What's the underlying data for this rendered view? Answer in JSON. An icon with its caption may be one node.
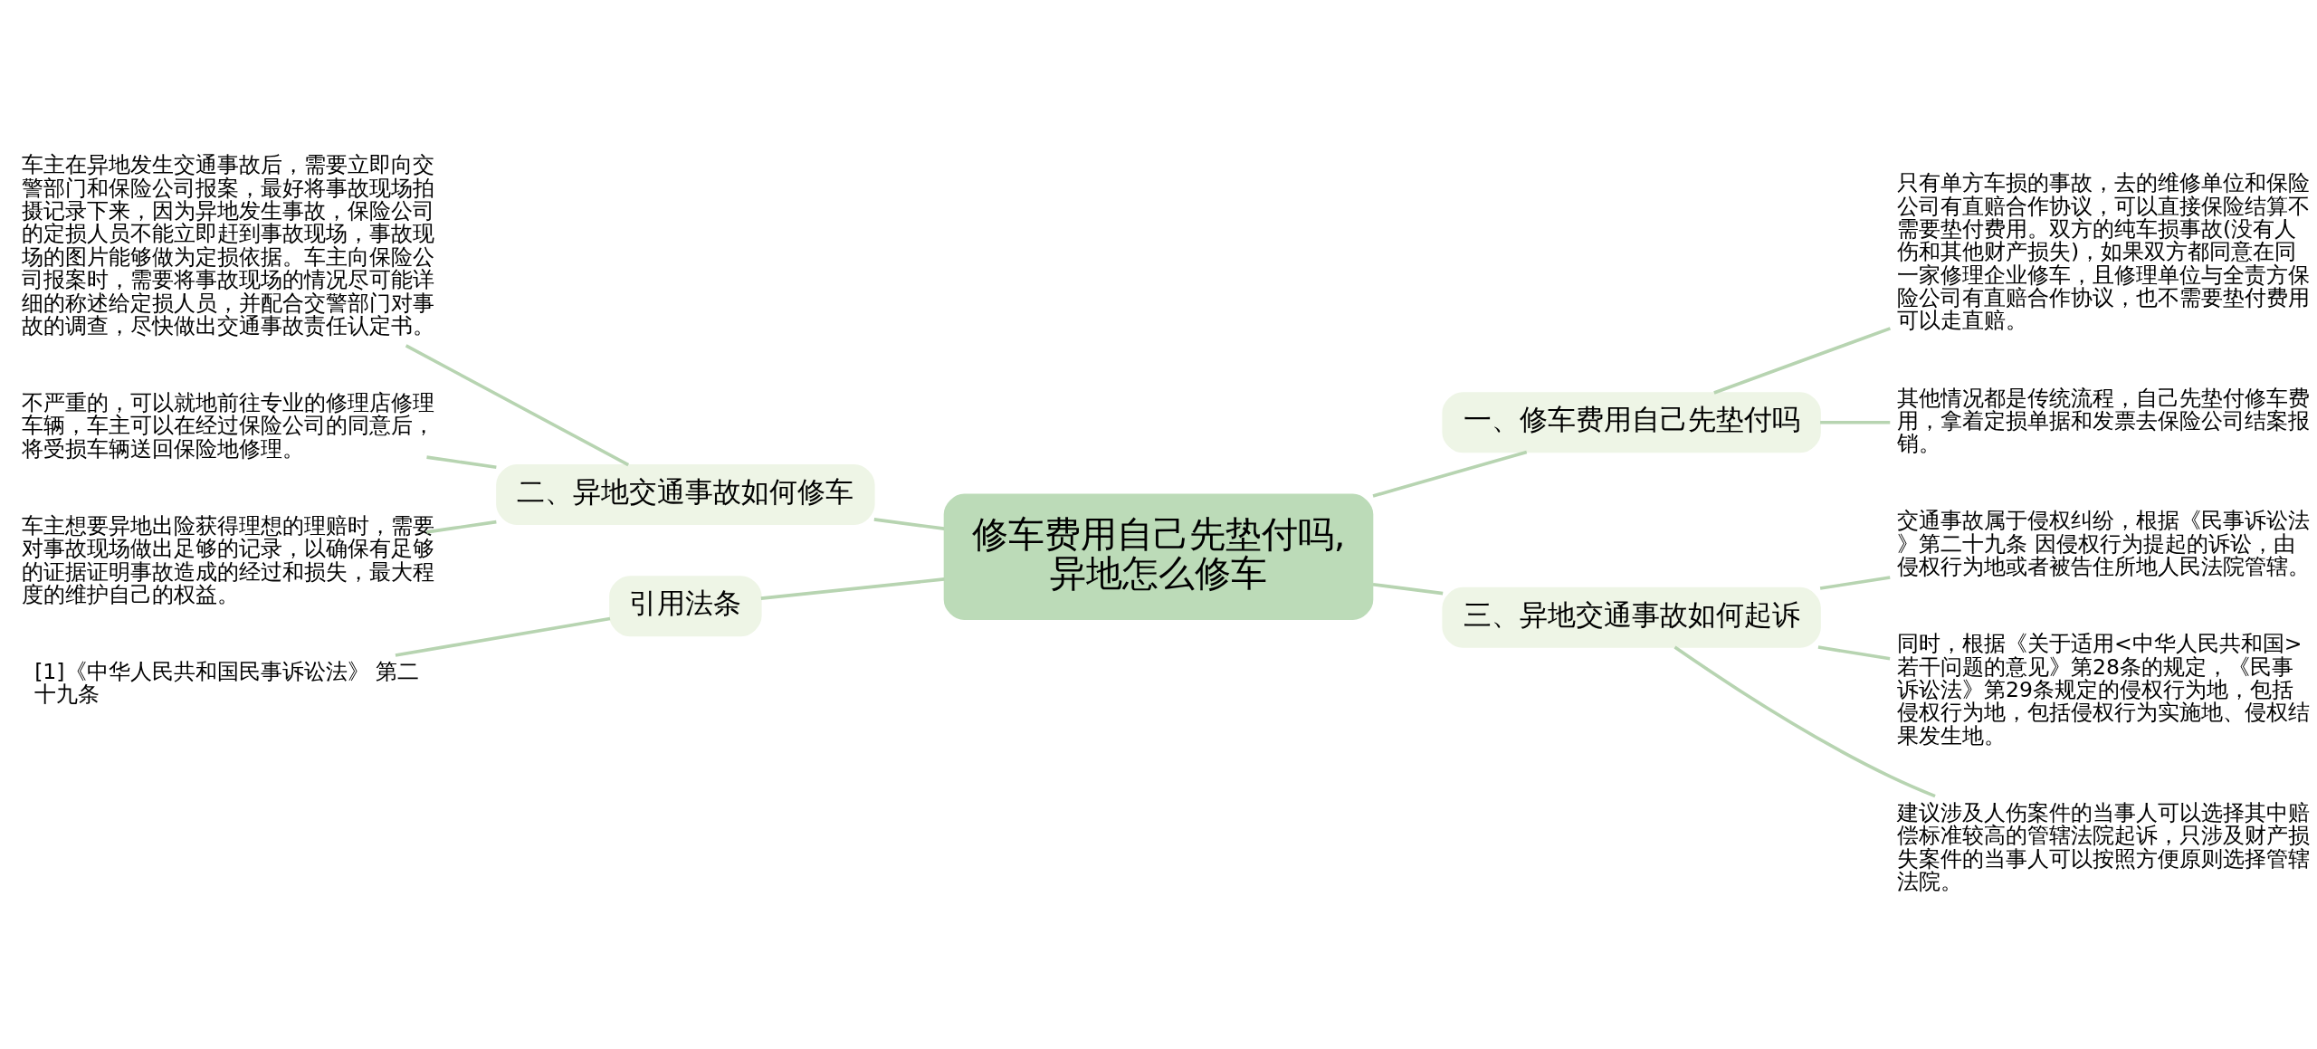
{
  "diagram": {
    "nodes": [
      {
        "text": [
          "修车费用自己先垫付吗,异地怎么修车"
        ]
      },
      {
        "text": [
          "二、异地交通事故如何修车"
        ]
      },
      {
        "text": [
          "车主在异地发生交通事故后，需要立即向交警部门和保险公司报案，最好将事故现场拍摄记录下来，因为异地发生事故，保险公司的定损人员不能立即赶到事故现场，事故现场的图片能够做为定损依据。车主向保险公司报案时，需要将事故现场的情况尽可能详细的称述给定损人员，并配合交警部门对事故的调查，尽快做出交通事故责任认定书。"
        ]
      },
      {
        "text": [
          "不严重的，可以就地前往专业的修理店修理车辆，车主可以在经过保险公司的同意后，将受损车辆送回保险地修理。"
        ]
      },
      {
        "text": [
          "车主想要异地出险获得理想的理赔时，需要对事故现场做出足够的记录，以确保有足够的证据证明事故造成的经过和损失，最大程度的维护自己的权益。"
        ]
      },
      {
        "text": [
          "引用法条"
        ]
      },
      {
        "text": [
          "[1]《中华人民共和国民事诉讼法》 第二十九条"
        ]
      },
      {
        "text": [
          "一、修车费用自己先垫付吗"
        ]
      },
      {
        "text": [
          "只有单方车损的事故，去的维修单位和保险公司有直赔合作协议，可以直接保险结算不需要垫付费用。双方的纯车损事故(没有人伤和其他财产损失)，如果双方都同意在同一家修理企业修车，且修理单位与全责方保险公司有直赔合作协议，也不需要垫付费用可以走直赔。"
        ]
      },
      {
        "text": [
          "其他情况都是传统流程，自己先垫付修车费用，拿着定损单据和发票去保险公司结案报销。"
        ]
      },
      {
        "text": [
          "三、异地交通事故如何起诉"
        ]
      },
      {
        "text": [
          "交通事故属于侵权纠纷，根据《民事诉讼法》第二十九条 因侵权行为提起的诉讼，由侵权行为地或者被告住所地人民法院管辖。"
        ]
      },
      {
        "text": [
          "同时，根据《关于适用<中华人民共和国>若干问题的意见》第28条的规定，《民事诉讼法》第29条规定的侵权行为地，包括侵权行为地，包括侵权行为实施地、侵权结果发生地。"
        ]
      },
      {
        "text": [
          "建议涉及人伤案件的当事人可以选择其中赔偿标准较高的管辖法院起诉，只涉及财产损失案件的当事人可以按照方便原则选择管辖法院。"
        ]
      }
    ],
    "edges": [
      {
        "from": 0,
        "to": 1,
        "arrow": "none"
      },
      {
        "from": 1,
        "to": 2,
        "arrow": "none"
      },
      {
        "from": 1,
        "to": 3,
        "arrow": "none"
      },
      {
        "from": 1,
        "to": 4,
        "arrow": "none"
      },
      {
        "from": 0,
        "to": 5,
        "arrow": "none"
      },
      {
        "from": 5,
        "to": 6,
        "arrow": "none"
      },
      {
        "from": 0,
        "to": 7,
        "arrow": "none"
      },
      {
        "from": 7,
        "to": 8,
        "arrow": "none"
      },
      {
        "from": 7,
        "to": 9,
        "arrow": "none"
      },
      {
        "from": 0,
        "to": 10,
        "arrow": "none"
      },
      {
        "from": 10,
        "to": 11,
        "arrow": "none"
      },
      {
        "from": 10,
        "to": 12,
        "arrow": "none"
      },
      {
        "from": 10,
        "to": 13,
        "arrow": "none"
      }
    ]
  }
}
